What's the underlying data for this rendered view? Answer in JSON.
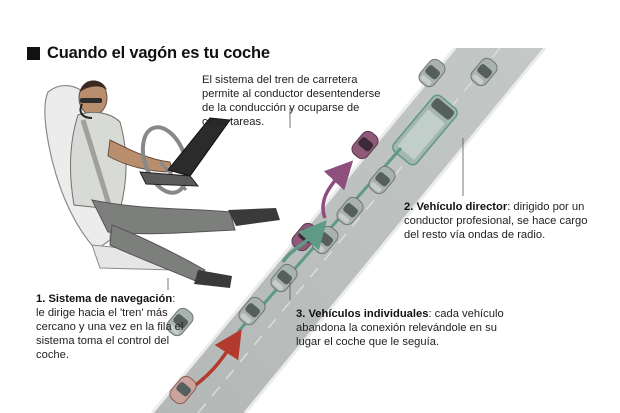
{
  "title": "Cuando el vagón es tu coche",
  "intro_text": "El sistema del tren de carretera permite al conductor desentenderse de la conducción y ocuparse de otras tareas.",
  "callouts": [
    {
      "heading": "1. Sistema de navegación",
      "suffix": ":",
      "body": " le dirige hacia el 'tren' más cercano y una vez en la fila el sistema toma el control del coche."
    },
    {
      "heading": "2. Vehículo director",
      "suffix": ":",
      "body": " dirigido por un conductor profesional, se hace cargo del resto vía ondas de radio."
    },
    {
      "heading": "3. Vehículos individuales",
      "suffix": ":",
      "body": " cada vehículo abandona la conexión relevándole en su lugar el coche que le seguía."
    }
  ],
  "colors": {
    "road": "#b9bdbd",
    "road_edge": "#f2f2f2",
    "car_body": "#9ea8a5",
    "car_window": "#55605d",
    "platoon_link": "#5e9a86",
    "leaving_car": "#8a4f72",
    "arrow_red": "#b23a2e",
    "arrow_purple": "#8e4f7d",
    "leader_vehicle": "#9fb1ab"
  },
  "icons": {
    "driver": "driver-reading-laptop-icon",
    "car": "car-icon",
    "bus": "bus-icon",
    "arrow": "arrow-icon"
  }
}
